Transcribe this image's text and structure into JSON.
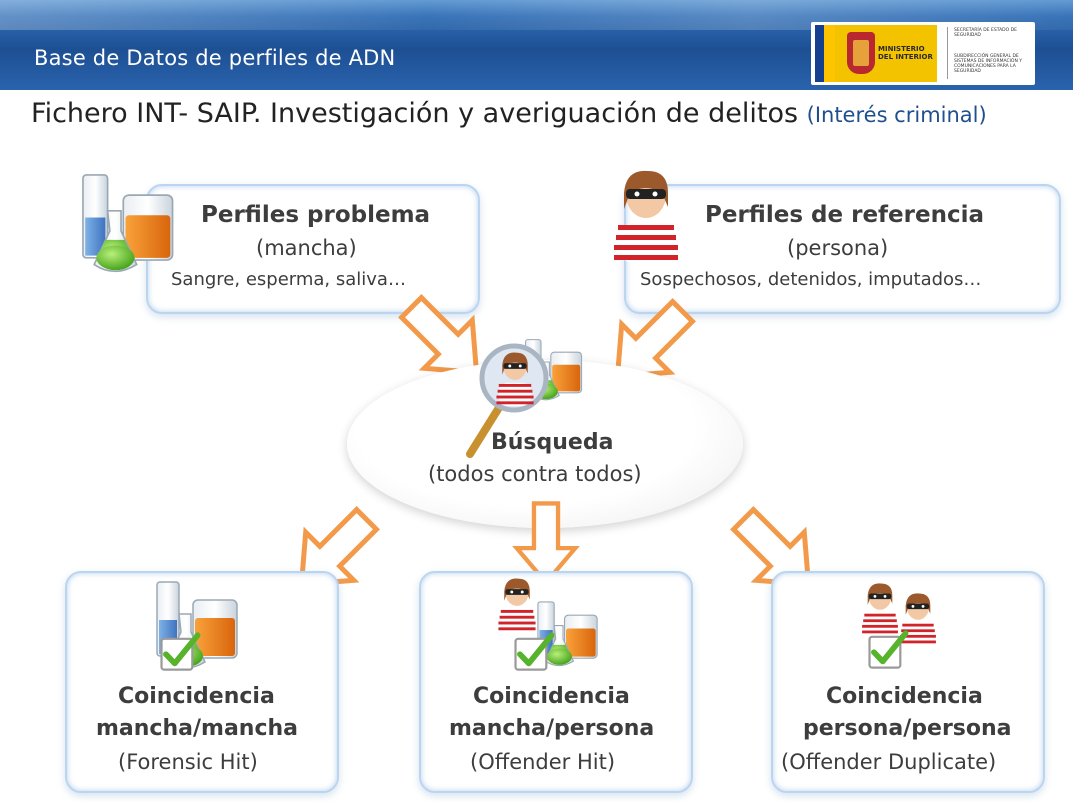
{
  "header": {
    "title": "Base de Datos de perfiles de ADN",
    "logo": {
      "ministerio": "MINISTERIO DEL INTERIOR",
      "secretaria": "SECRETARÍA DE ESTADO DE SEGURIDAD",
      "subdireccion": "SUBDIRECCIÓN GENERAL DE SISTEMAS DE INFORMACIÓN Y COMUNICACIONES PARA LA SEGURIDAD"
    }
  },
  "subtitle": {
    "main": "Fichero INT- SAIP. Investigación y averiguación de delitos ",
    "note": "(Interés criminal)"
  },
  "sources": {
    "problema": {
      "title": "Perfiles problema",
      "subtitle": "(mancha)",
      "examples": "Sangre, esperma, saliva…"
    },
    "referencia": {
      "title": "Perfiles de referencia",
      "subtitle": "(persona)",
      "examples": "Sospechosos, detenidos, imputados…"
    }
  },
  "search": {
    "title": "Búsqueda",
    "subtitle": "(todos contra todos)"
  },
  "results": [
    {
      "line1": "Coincidencia",
      "line2": "mancha/mancha",
      "line3": "(Forensic Hit)"
    },
    {
      "line1": "Coincidencia",
      "line2": "mancha/persona",
      "line3": "(Offender Hit)"
    },
    {
      "line1": "Coincidencia",
      "line2": "persona/persona",
      "line3": "(Offender Duplicate)"
    }
  ],
  "icons": {
    "lab": "lab-glassware-icon",
    "person": "masked-person-icon",
    "magnifier": "magnifier-icon",
    "check": "checkmark-icon",
    "arrow": "arrow-outline-icon"
  },
  "colors": {
    "header": "#2a63ad",
    "arrow": "#f39a4a",
    "box_border": "#bcd5ef",
    "check": "#56b32b",
    "note": "#1f4f8f"
  }
}
